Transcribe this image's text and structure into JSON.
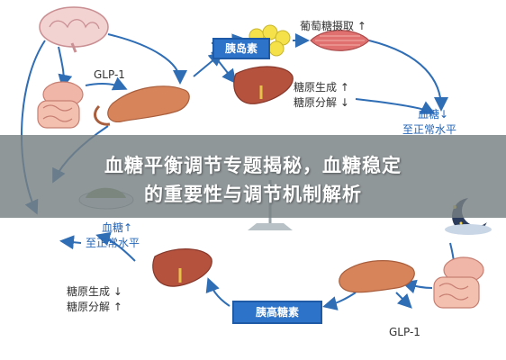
{
  "diagram": {
    "top_cycle": {
      "hormone": "胰岛素",
      "glucose_uptake": "葡萄糖摄取 ↑",
      "glycogen_up": "糖原生成 ↑",
      "glycogen_down": "糖原分解 ↓",
      "blood_sugar_drop": "血糖↓",
      "normal_level": "至正常水平",
      "hormone_signal": "GLP-1"
    },
    "bottom_cycle": {
      "hormone": "胰高糖素",
      "blood_sugar_rise": "血糖↑",
      "normal_level": "至正常水平",
      "glycogen_down": "糖原生成 ↓",
      "glycogen_up": "糖原分解 ↑",
      "hormone_signal": "GLP-1"
    },
    "colors": {
      "arrow": "#2f6db5",
      "hormone_box": "#2d73c9",
      "liver": "#b5523e",
      "pancreas": "#d8845a",
      "fat": "#f5e24a"
    }
  },
  "banner": {
    "line1": "血糖平衡调节专题揭秘，血糖稳定",
    "line2": "的重要性与调节机制解析"
  }
}
